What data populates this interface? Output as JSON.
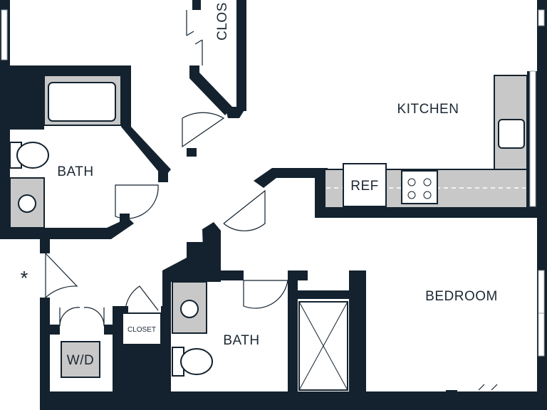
{
  "labels": {
    "kitchen": "KITCHEN",
    "bath_upper": "BATH",
    "bath_lower": "BATH",
    "bedroom": "BEDROOM",
    "ref": "REF",
    "closet_small": "CLOSET",
    "closet_top": "CLOS",
    "washer_dryer": "W/D",
    "entry_marker": "*"
  },
  "colors": {
    "wall": "#13222e",
    "fixture": "#c8c8c8",
    "background": "#ffffff"
  }
}
